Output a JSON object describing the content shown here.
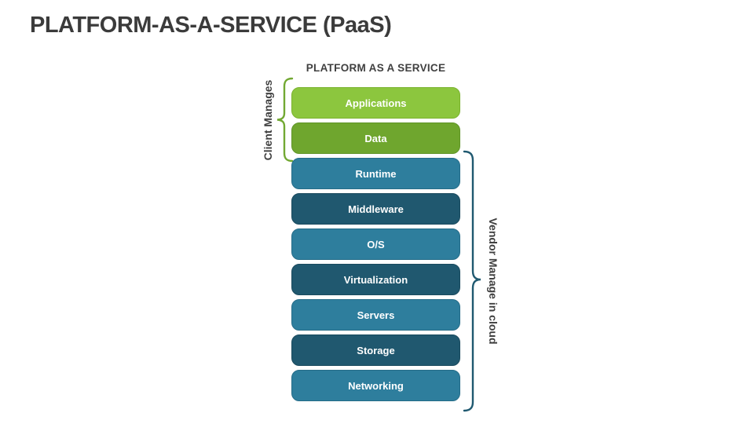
{
  "slide_title": "PLATFORM-AS-A-SERVICE (PaaS)",
  "diagram": {
    "header": "PLATFORM AS A SERVICE",
    "client_group": {
      "label": "Client Manages",
      "brace_color": "#72A832"
    },
    "vendor_group": {
      "label": "Vendor Manage in cloud",
      "brace_color": "#1F5970"
    },
    "text_colors": {
      "title": "#3B3B3B",
      "labels": "#404040",
      "box_text": "#FFFFFF"
    },
    "layers": [
      {
        "label": "Applications",
        "fill": "#8CC63E",
        "border": "#7AB22E",
        "managed_by": "client"
      },
      {
        "label": "Data",
        "fill": "#6FA62E",
        "border": "#5F9427",
        "managed_by": "client"
      },
      {
        "label": "Runtime",
        "fill": "#2E7E9D",
        "border": "#256C88",
        "managed_by": "vendor"
      },
      {
        "label": "Middleware",
        "fill": "#20586F",
        "border": "#1A4A5E",
        "managed_by": "vendor"
      },
      {
        "label": "O/S",
        "fill": "#2E7E9D",
        "border": "#256C88",
        "managed_by": "vendor"
      },
      {
        "label": "Virtualization",
        "fill": "#20586F",
        "border": "#1A4A5E",
        "managed_by": "vendor"
      },
      {
        "label": "Servers",
        "fill": "#2E7E9D",
        "border": "#256C88",
        "managed_by": "vendor"
      },
      {
        "label": "Storage",
        "fill": "#20586F",
        "border": "#1A4A5E",
        "managed_by": "vendor"
      },
      {
        "label": "Networking",
        "fill": "#2E7E9D",
        "border": "#256C88",
        "managed_by": "vendor"
      }
    ]
  }
}
